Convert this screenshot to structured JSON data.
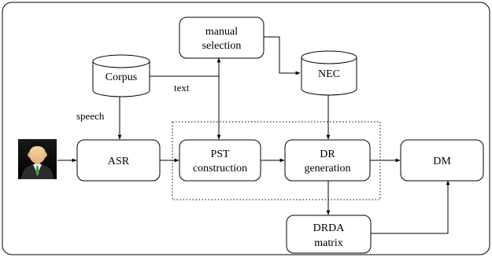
{
  "diagram": {
    "nodes": {
      "manual_selection": [
        "manual",
        "selection"
      ],
      "corpus": "Corpus",
      "nec": "NEC",
      "asr": "ASR",
      "pst": [
        "PST",
        "construction"
      ],
      "dr": [
        "DR",
        "generation"
      ],
      "dm": "DM",
      "drda": [
        "DRDA",
        "matrix"
      ]
    },
    "edge_labels": {
      "speech": "speech",
      "text": "text"
    },
    "user_icon": "user-avatar-icon"
  }
}
